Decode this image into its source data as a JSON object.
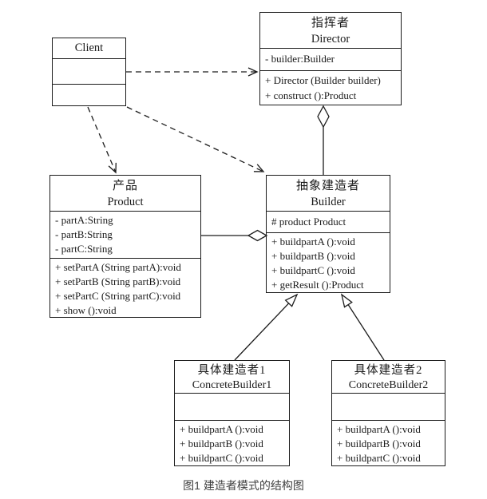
{
  "caption": "图1 建造者模式的结构图",
  "classes": {
    "client": {
      "name_en": "Client",
      "attributes": [],
      "methods": []
    },
    "director": {
      "name_zh": "指挥者",
      "name_en": "Director",
      "attributes": [
        "- builder:Builder"
      ],
      "methods": [
        "+ Director (Builder builder)",
        "+ construct ():Product"
      ]
    },
    "product": {
      "name_zh": "产品",
      "name_en": "Product",
      "attributes": [
        "- partA:String",
        "- partB:String",
        "- partC:String"
      ],
      "methods": [
        "+ setPartA (String partA):void",
        "+ setPartB (String partB):void",
        "+ setPartC (String partC):void",
        "+ show ():void"
      ]
    },
    "builder": {
      "name_zh": "抽象建造者",
      "name_en": "Builder",
      "attributes": [
        "# product Product"
      ],
      "methods": [
        "+ buildpartA ():void",
        "+ buildpartB ():void",
        "+ buildpartC ():void",
        "+ getResult ():Product"
      ]
    },
    "concrete_builder_1": {
      "name_zh": "具体建造者1",
      "name_en": "ConcreteBuilder1",
      "attributes": [],
      "methods": [
        "+ buildpartA ():void",
        "+ buildpartB ():void",
        "+ buildpartC ():void"
      ]
    },
    "concrete_builder_2": {
      "name_zh": "具体建造者2",
      "name_en": "ConcreteBuilder2",
      "attributes": [],
      "methods": [
        "+ buildpartA ():void",
        "+ buildpartB ():void",
        "+ buildpartC ():void"
      ]
    }
  },
  "relationships": [
    {
      "type": "dependency",
      "from": "Client",
      "to": "Director"
    },
    {
      "type": "dependency",
      "from": "Client",
      "to": "Product"
    },
    {
      "type": "dependency",
      "from": "Client",
      "to": "Builder"
    },
    {
      "type": "aggregation",
      "owner": "Director",
      "part": "Builder"
    },
    {
      "type": "aggregation",
      "owner": "Builder",
      "part": "Product"
    },
    {
      "type": "generalization",
      "child": "ConcreteBuilder1",
      "parent": "Builder"
    },
    {
      "type": "generalization",
      "child": "ConcreteBuilder2",
      "parent": "Builder"
    }
  ],
  "colors": {
    "line": "#1b1b1b",
    "text": "#1a1a1a",
    "caption": "#3f3f3f",
    "background": "#ffffff"
  }
}
